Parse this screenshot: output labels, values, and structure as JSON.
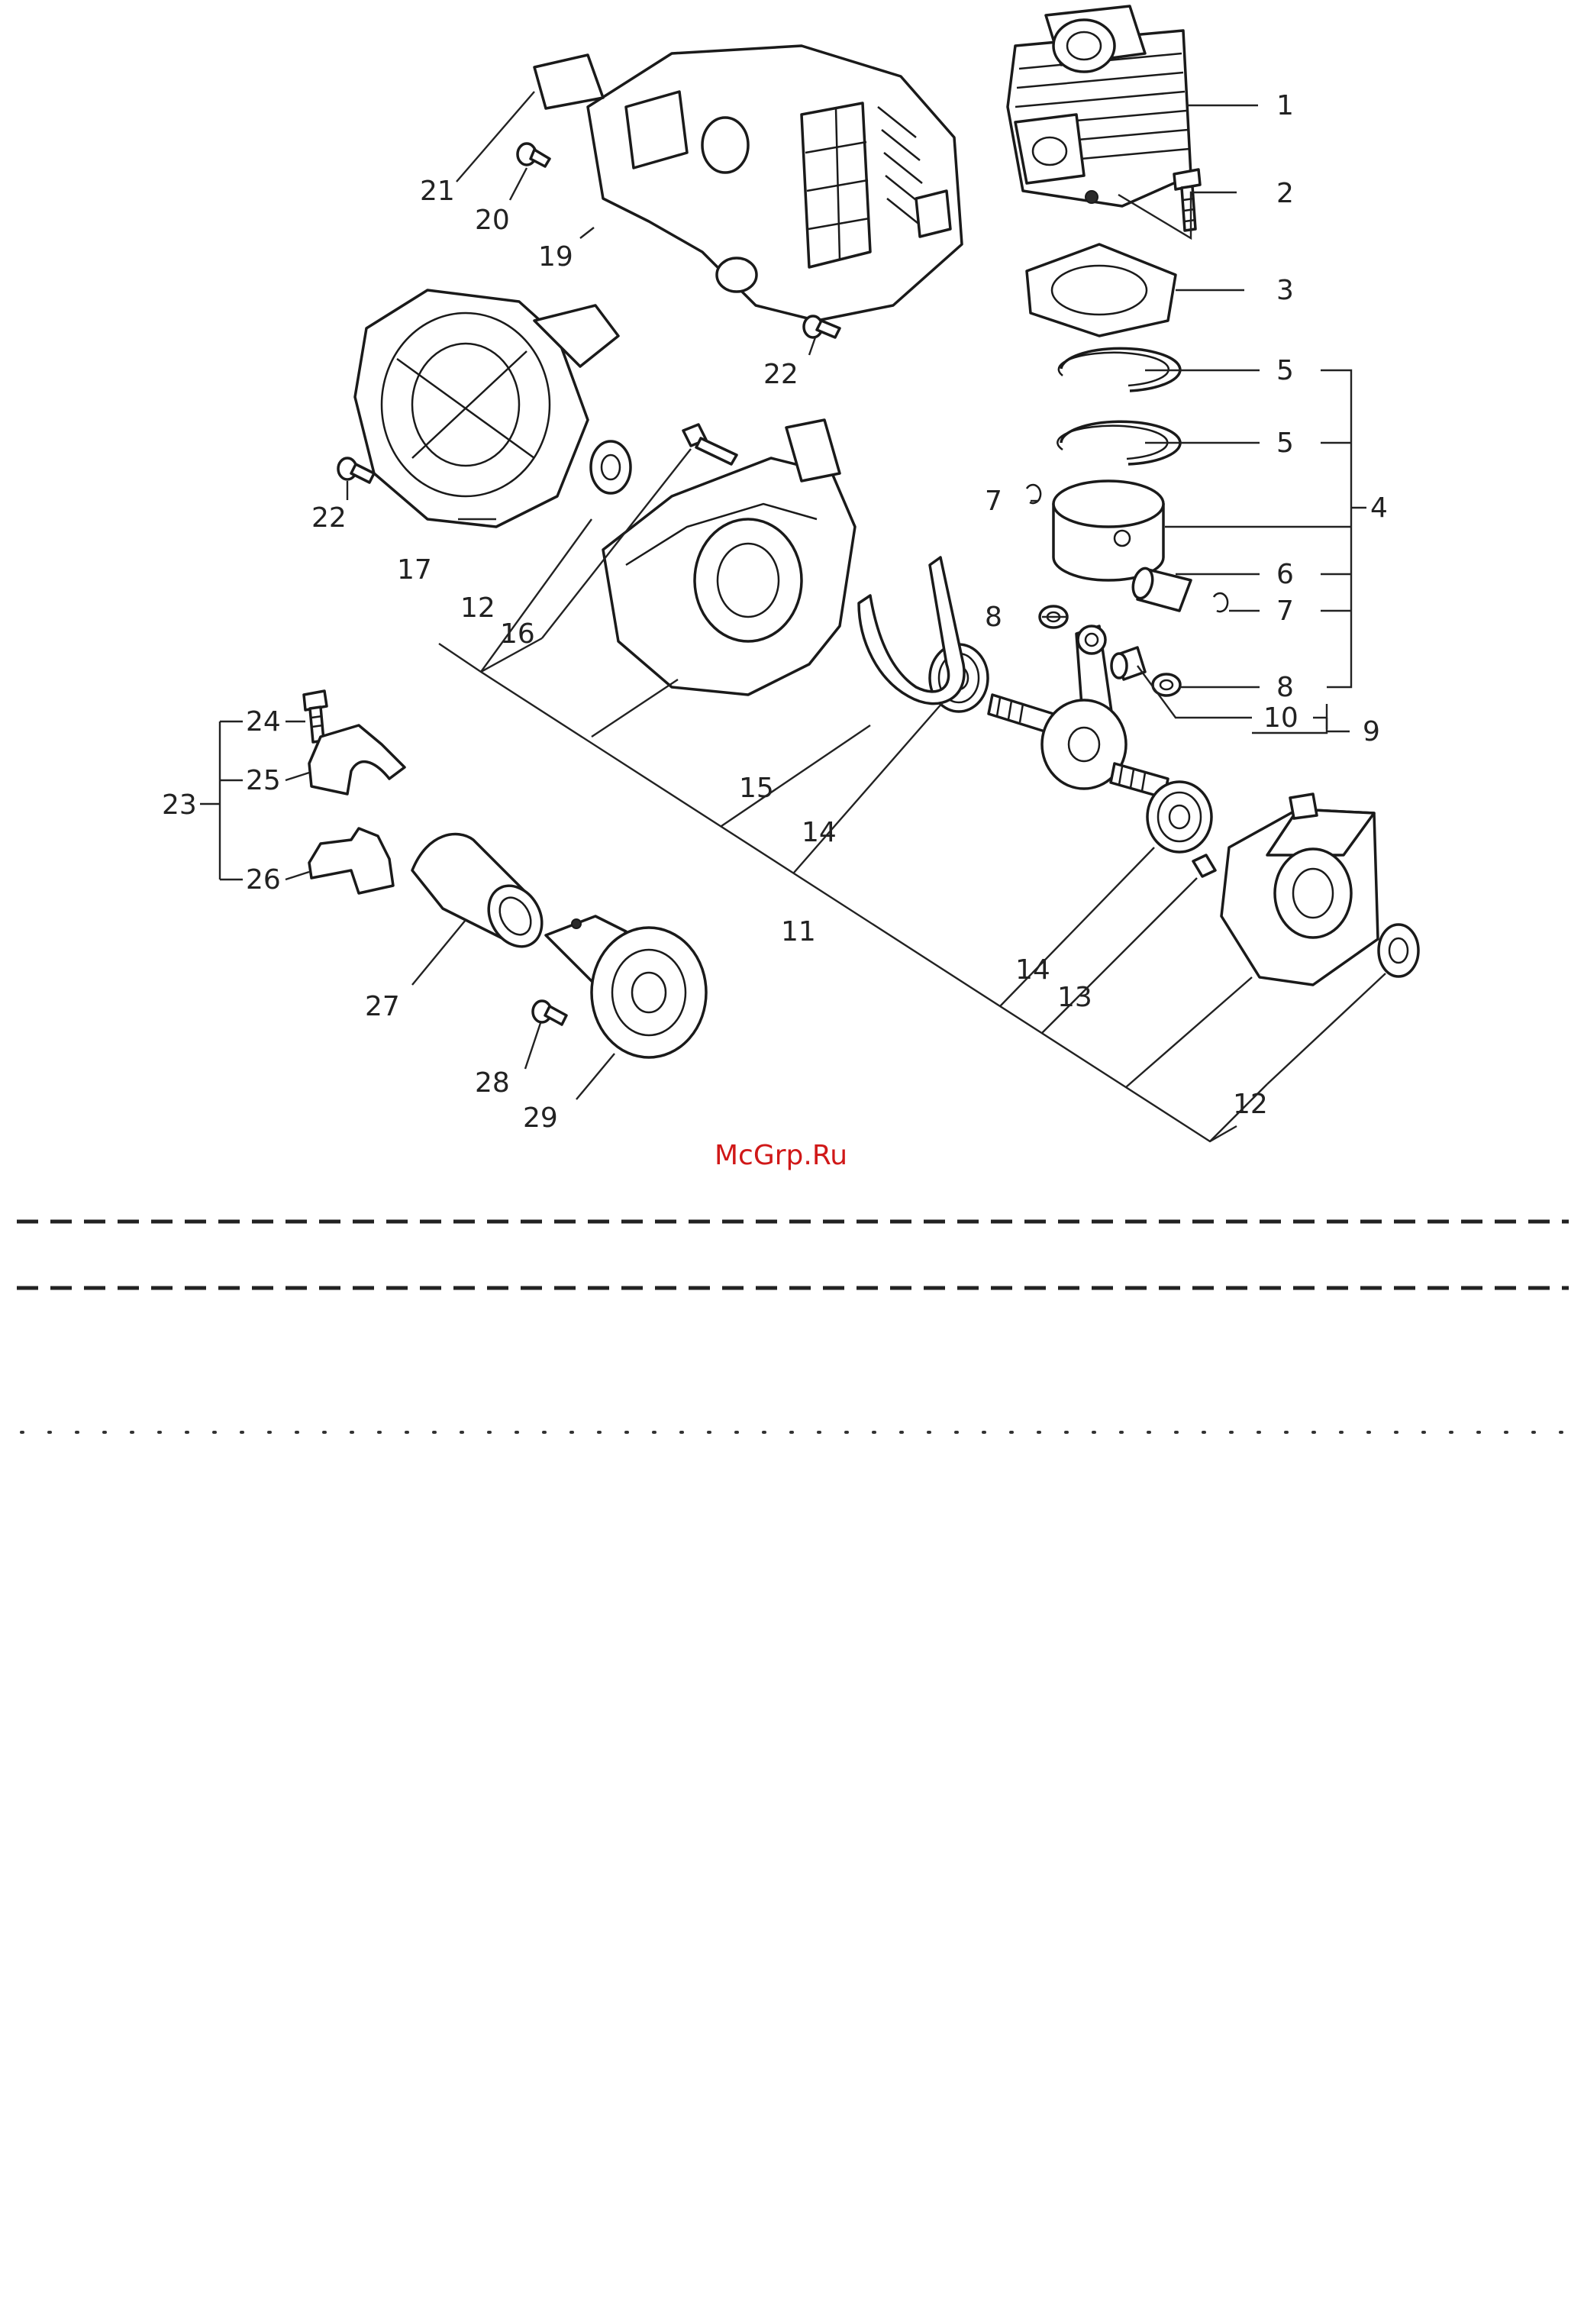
{
  "watermark": "McGrp.Ru",
  "callouts": {
    "c1": "1",
    "c2": "2",
    "c3": "3",
    "c4": "4",
    "c5a": "5",
    "c5b": "5",
    "c6": "6",
    "c7a": "7",
    "c7b": "7",
    "c8a": "8",
    "c8b": "8",
    "c9": "9",
    "c10": "10",
    "c11": "11",
    "c12a": "12",
    "c12b": "12",
    "c13": "13",
    "c14a": "14",
    "c14b": "14",
    "c15": "15",
    "c16": "16",
    "c17": "17",
    "c19": "19",
    "c20": "20",
    "c21": "21",
    "c22a": "22",
    "c22b": "22",
    "c23": "23",
    "c24": "24",
    "c25": "25",
    "c26": "26",
    "c27": "27",
    "c28": "28",
    "c29": "29"
  }
}
